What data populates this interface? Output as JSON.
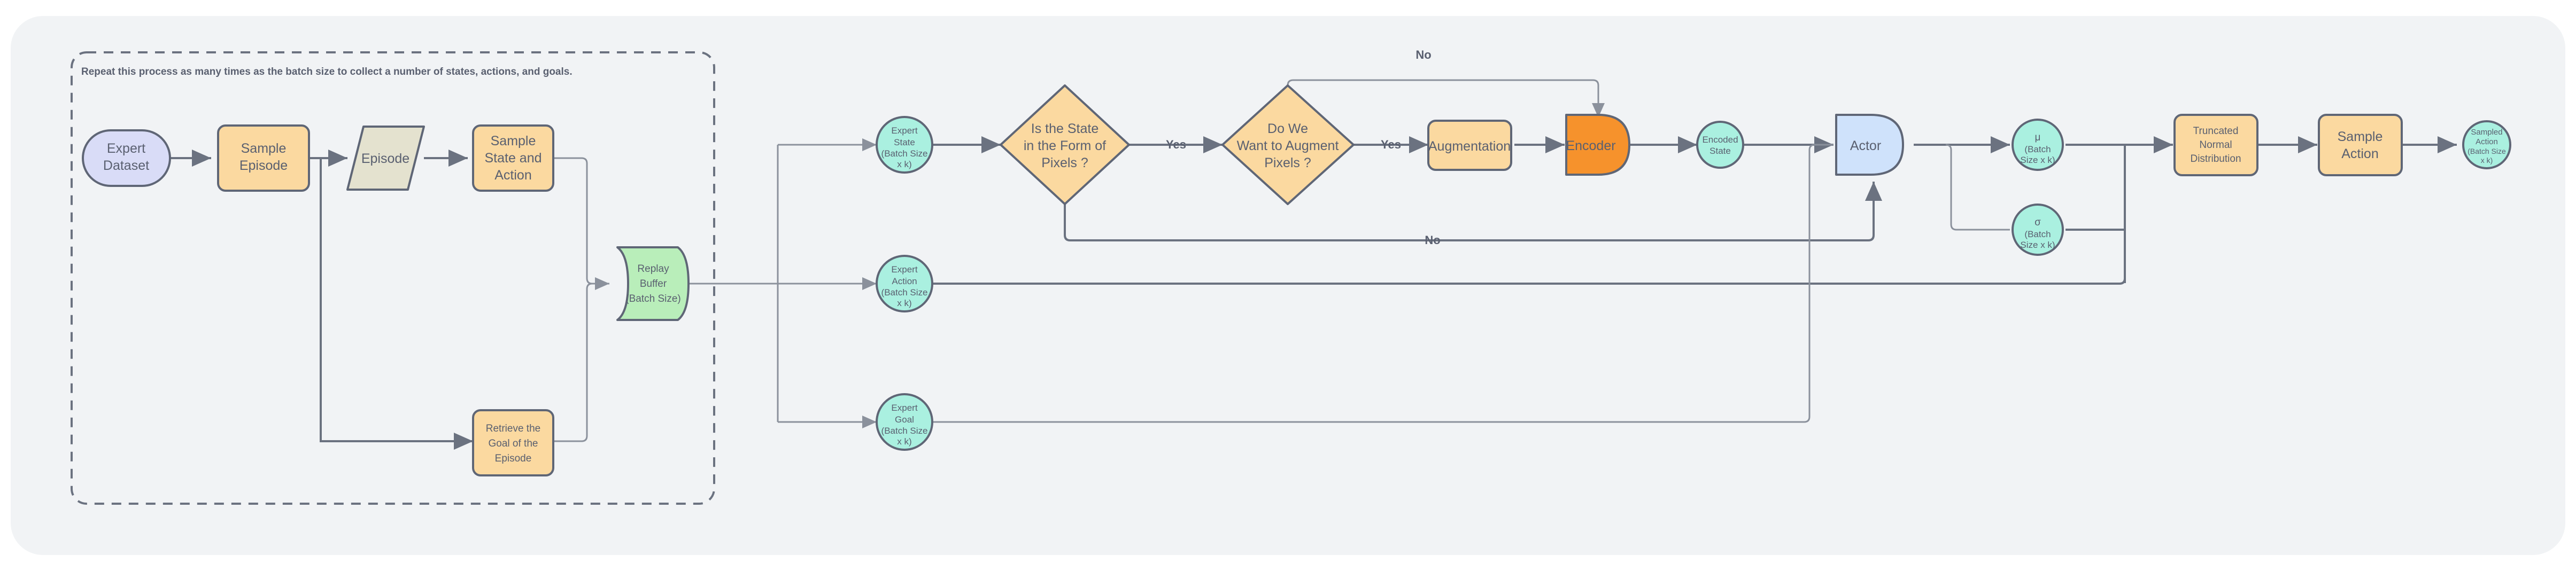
{
  "canvas": {
    "background": "#ffffff",
    "board_color": "#f1f3f5",
    "stroke_color": "#5f6676",
    "edge_color": "#6b7280",
    "text_color": "#5a6070"
  },
  "group": {
    "label": "Repeat this process as many times as the batch size to collect a number of states, actions, and goals."
  },
  "palette": {
    "lavender": "#d9dcf7",
    "orange_light": "#fbd9a0",
    "orange_strong": "#f6922c",
    "beige": "#e4e2cf",
    "green": "#b9eeba",
    "mint": "#aaf0e0",
    "blue_light": "#cfe2fb"
  },
  "nodes": [
    {
      "id": "expert-dataset",
      "label": "Expert Dataset",
      "lines": [
        "Expert",
        "Dataset"
      ],
      "shape": "stadium",
      "fill": "#d9dcf7"
    },
    {
      "id": "sample-episode",
      "label": "Sample Episode",
      "lines": [
        "Sample",
        "Episode"
      ],
      "shape": "rounded-rect",
      "fill": "#fbd9a0"
    },
    {
      "id": "episode",
      "label": "Episode",
      "lines": [
        "Episode"
      ],
      "shape": "parallelogram",
      "fill": "#e4e2cf"
    },
    {
      "id": "sample-state-action",
      "label": "Sample State and Action",
      "lines": [
        "Sample",
        "State and",
        "Action"
      ],
      "shape": "rounded-rect",
      "fill": "#fbd9a0"
    },
    {
      "id": "retrieve-goal",
      "label": "Retrieve the Goal of the Episode",
      "lines": [
        "Retrieve the",
        "Goal of the",
        "Episode"
      ],
      "shape": "rounded-rect",
      "fill": "#fbd9a0"
    },
    {
      "id": "replay-buffer",
      "label": "Replay Buffer (Batch Size)",
      "lines": [
        "Replay",
        "Buffer",
        "(Batch Size)"
      ],
      "shape": "document",
      "fill": "#b9eeba"
    },
    {
      "id": "expert-state",
      "label": "Expert State (Batch Size x k)",
      "lines": [
        "Expert",
        "State",
        "(Batch Size",
        "x k)"
      ],
      "shape": "circle",
      "fill": "#aaf0e0"
    },
    {
      "id": "expert-action",
      "label": "Expert Action (Batch Size x k)",
      "lines": [
        "Expert",
        "Action",
        "(Batch Size",
        "x k)"
      ],
      "shape": "circle",
      "fill": "#aaf0e0"
    },
    {
      "id": "expert-goal",
      "label": "Expert Goal (Batch Size x k)",
      "lines": [
        "Expert",
        "Goal",
        "(Batch Size",
        "x k)"
      ],
      "shape": "circle",
      "fill": "#aaf0e0"
    },
    {
      "id": "decision-pixels",
      "label": "Is the State in the Form of Pixels ?",
      "lines": [
        "Is the State",
        "in the Form of",
        "Pixels ?"
      ],
      "shape": "diamond",
      "fill": "#fbd9a0"
    },
    {
      "id": "decision-augment",
      "label": "Do We Want to Augment Pixels ?",
      "lines": [
        "Do We",
        "Want to Augment",
        "Pixels ?"
      ],
      "shape": "diamond",
      "fill": "#fbd9a0"
    },
    {
      "id": "augmentation",
      "label": "Augmentation",
      "lines": [
        "Augmentation"
      ],
      "shape": "rounded-rect",
      "fill": "#fbd9a0"
    },
    {
      "id": "encoder",
      "label": "Encoder",
      "lines": [
        "Encoder"
      ],
      "shape": "d-shape",
      "fill": "#f6922c"
    },
    {
      "id": "encoded-state",
      "label": "Encoded State",
      "lines": [
        "Encoded",
        "State"
      ],
      "shape": "circle",
      "fill": "#aaf0e0"
    },
    {
      "id": "actor",
      "label": "Actor",
      "lines": [
        "Actor"
      ],
      "shape": "d-shape",
      "fill": "#cfe2fb"
    },
    {
      "id": "mu",
      "label": "μ (Batch Size x k)",
      "lines": [
        "μ",
        "(Batch",
        "Size x k)"
      ],
      "shape": "circle",
      "fill": "#aaf0e0"
    },
    {
      "id": "sigma",
      "label": "σ (Batch Size x k)",
      "lines": [
        "σ",
        "(Batch",
        "Size x k)"
      ],
      "shape": "circle",
      "fill": "#aaf0e0"
    },
    {
      "id": "truncated-normal",
      "label": "Truncated Normal Distribution",
      "lines": [
        "Truncated",
        "Normal",
        "Distribution"
      ],
      "shape": "rounded-rect",
      "fill": "#fbd9a0"
    },
    {
      "id": "sample-action",
      "label": "Sample Action",
      "lines": [
        "Sample",
        "Action"
      ],
      "shape": "rounded-rect",
      "fill": "#fbd9a0"
    },
    {
      "id": "sampled-action",
      "label": "Sampled Action (Batch Size x k)",
      "lines": [
        "Sampled",
        "Action",
        "(Batch Size",
        "x k)"
      ],
      "shape": "circle",
      "fill": "#aaf0e0"
    }
  ],
  "edge_labels": {
    "yes_pixels": "Yes",
    "yes_augment": "Yes",
    "no_augment": "No",
    "no_pixels": "No"
  }
}
